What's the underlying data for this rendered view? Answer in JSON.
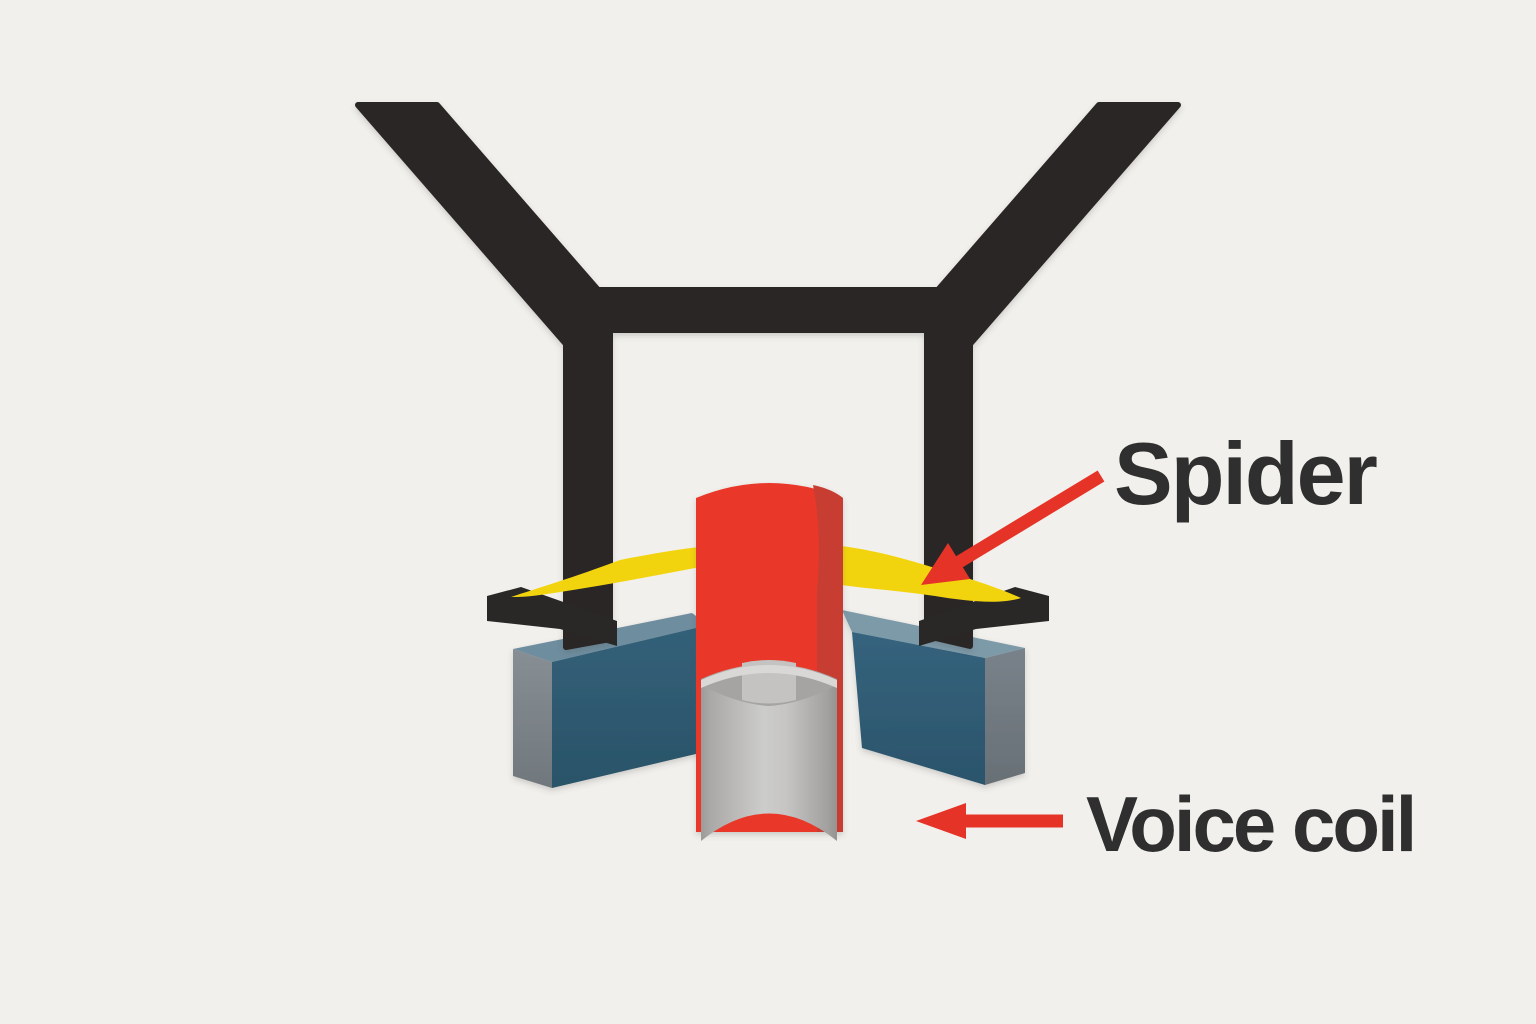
{
  "diagram": {
    "subject": "loudspeaker-cross-section",
    "labels": {
      "spider": "Spider",
      "voice_coil": "Voice coil"
    },
    "annotations": [
      {
        "label": "Spider",
        "target": "spider-membrane",
        "arrow": "diagonal-down-left-red"
      },
      {
        "label": "Voice coil",
        "target": "voice-coil",
        "arrow": "horizontal-left-red"
      }
    ],
    "colors": {
      "background": "#f2f0ec",
      "cone_black": "#292826",
      "spider_yellow": "#f2d40e",
      "former_red": "#e9392c",
      "former_shade_red": "#c73c30",
      "magnet_front_left": "#2d5971",
      "magnet_front_right": "#305d76",
      "magnet_top_left": "#6e8d9e",
      "magnet_top_right": "#7d9aa9",
      "magnet_side_left": "#828a90",
      "magnet_side_right": "#71797f",
      "coil_gray": "#bcbbb9",
      "coil_rim": "#d9d8d6",
      "arrow_red": "#e63328",
      "text": "#2f2f2f"
    }
  }
}
